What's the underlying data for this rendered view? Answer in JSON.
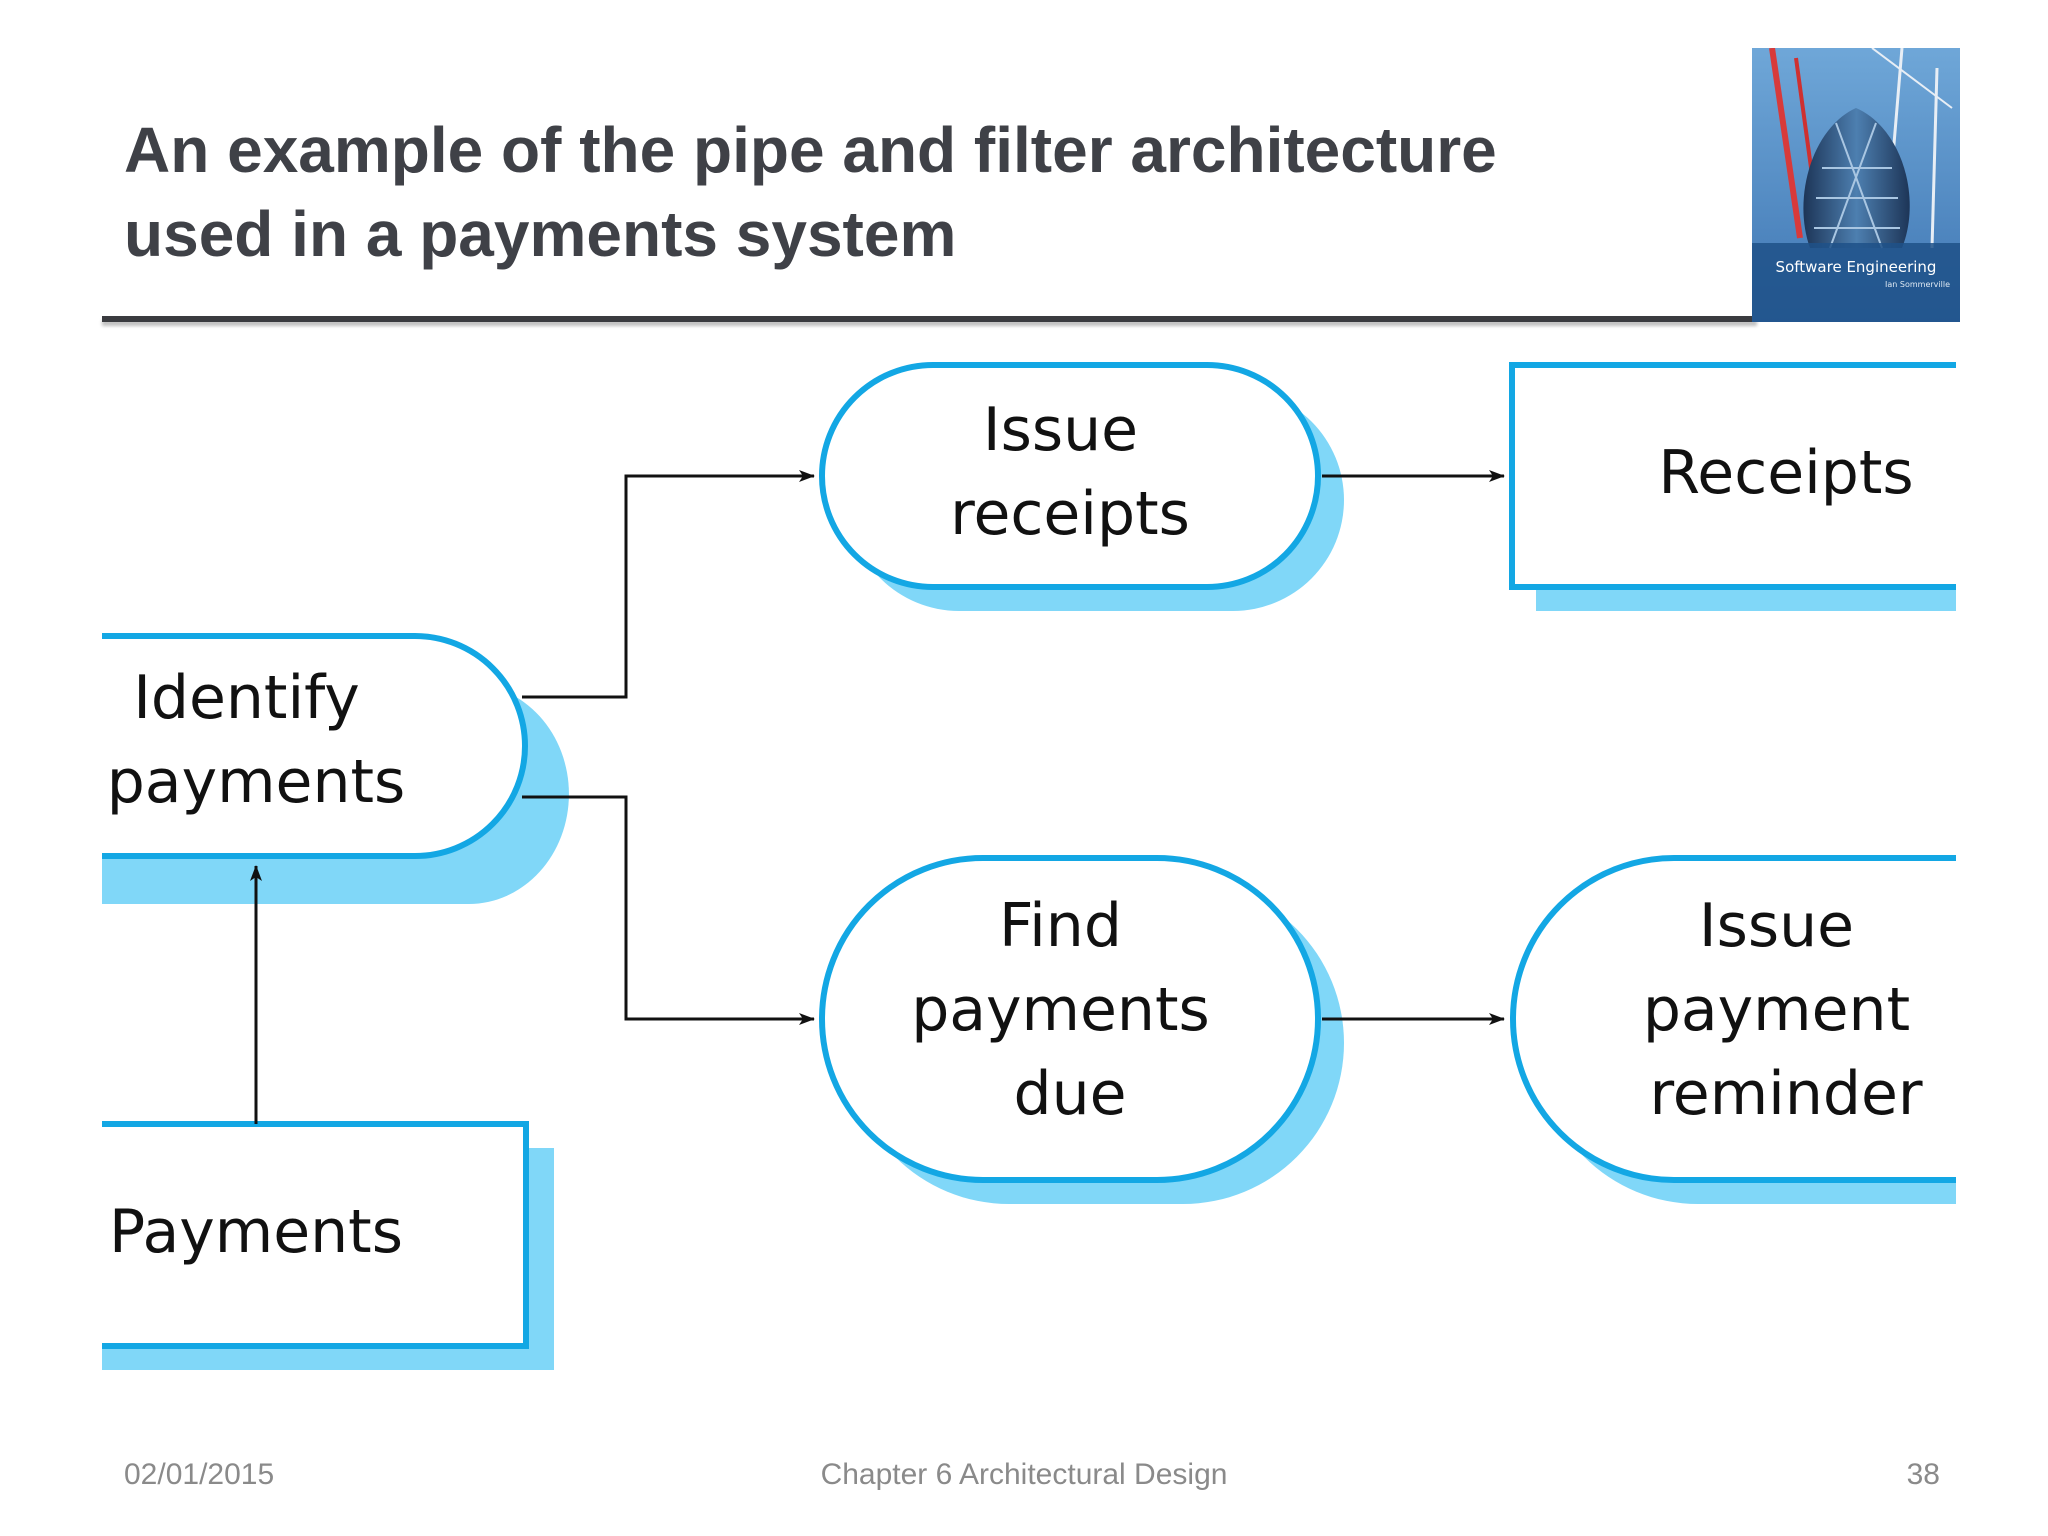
{
  "slide": {
    "title_lines": [
      "An example of the pipe and filter architecture",
      "used in a payments system"
    ],
    "book_cover": {
      "title": "Software Engineering",
      "author": "Ian Sommerville",
      "icon": "gherkin-building-cover-image"
    }
  },
  "diagram": {
    "nodes": {
      "identify_payments": {
        "lines": [
          "Identify",
          "payments"
        ],
        "shape": "process"
      },
      "issue_receipts": {
        "lines": [
          "Issue",
          "receipts"
        ],
        "shape": "process"
      },
      "receipts": {
        "lines": [
          "Receipts"
        ],
        "shape": "data"
      },
      "find_payments_due": {
        "lines": [
          "Find",
          "payments",
          "due"
        ],
        "shape": "process"
      },
      "issue_payment_reminder": {
        "lines": [
          "Issue",
          "payment",
          "reminder"
        ],
        "shape": "process"
      },
      "payments": {
        "lines": [
          "Payments"
        ],
        "shape": "data"
      }
    },
    "edges": [
      {
        "from": "payments",
        "to": "identify_payments"
      },
      {
        "from": "identify_payments",
        "to": "issue_receipts"
      },
      {
        "from": "identify_payments",
        "to": "find_payments_due"
      },
      {
        "from": "issue_receipts",
        "to": "receipts"
      },
      {
        "from": "find_payments_due",
        "to": "issue_payment_reminder"
      }
    ],
    "colors": {
      "border": "#13a7e4",
      "shadow": "#80d7f8",
      "arrow": "#111111"
    }
  },
  "footer": {
    "date": "02/01/2015",
    "chapter": "Chapter 6 Architectural Design",
    "page": "38"
  }
}
